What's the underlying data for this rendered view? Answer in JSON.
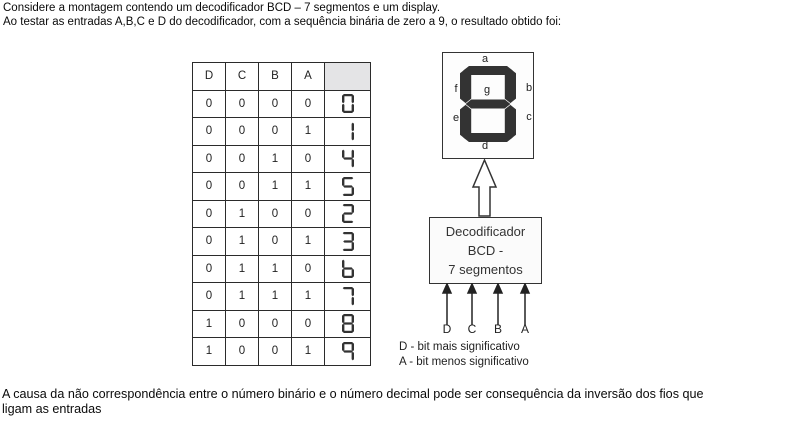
{
  "page": {
    "intro_line1": "Considere a montagem contendo um decodificador BCD – 7 segmentos e um display.",
    "intro_line2": "Ao testar as entradas A,B,C e D do decodificador, com a sequência binária de zero a 9, o resultado obtido foi:",
    "footer_line1": "A causa da não correspondência entre o número binário e o número decimal pode ser consequência da inversão dos fios que",
    "footer_line2": "ligam as entradas"
  },
  "truth_table": {
    "headers": [
      "D",
      "C",
      "B",
      "A",
      ""
    ],
    "rows": [
      {
        "d": "0",
        "c": "0",
        "b": "0",
        "a": "0",
        "digit": "0",
        "segments": [
          "a",
          "b",
          "c",
          "d",
          "e",
          "f"
        ]
      },
      {
        "d": "0",
        "c": "0",
        "b": "0",
        "a": "1",
        "digit": "1",
        "segments": [
          "b",
          "c"
        ]
      },
      {
        "d": "0",
        "c": "0",
        "b": "1",
        "a": "0",
        "digit": "4",
        "segments": [
          "b",
          "c",
          "f",
          "g"
        ]
      },
      {
        "d": "0",
        "c": "0",
        "b": "1",
        "a": "1",
        "digit": "5",
        "segments": [
          "a",
          "c",
          "d",
          "f",
          "g"
        ]
      },
      {
        "d": "0",
        "c": "1",
        "b": "0",
        "a": "0",
        "digit": "2",
        "segments": [
          "a",
          "b",
          "d",
          "e",
          "g"
        ]
      },
      {
        "d": "0",
        "c": "1",
        "b": "0",
        "a": "1",
        "digit": "3",
        "segments": [
          "a",
          "b",
          "c",
          "d",
          "g"
        ]
      },
      {
        "d": "0",
        "c": "1",
        "b": "1",
        "a": "0",
        "digit": "6",
        "segments": [
          "c",
          "d",
          "e",
          "f",
          "g"
        ]
      },
      {
        "d": "0",
        "c": "1",
        "b": "1",
        "a": "1",
        "digit": "7",
        "segments": [
          "a",
          "b",
          "c"
        ]
      },
      {
        "d": "1",
        "c": "0",
        "b": "0",
        "a": "0",
        "digit": "8",
        "segments": [
          "a",
          "b",
          "c",
          "d",
          "e",
          "f",
          "g"
        ]
      },
      {
        "d": "1",
        "c": "0",
        "b": "0",
        "a": "1",
        "digit": "9",
        "segments": [
          "a",
          "b",
          "c",
          "f",
          "g"
        ]
      }
    ]
  },
  "display_diagram": {
    "lit_segments": [
      "a",
      "b",
      "c",
      "d",
      "e",
      "f",
      "g"
    ],
    "segment_labels": {
      "a": "a",
      "f": "f",
      "g": "g",
      "b": "b",
      "e": "e",
      "c": "c",
      "d": "d"
    }
  },
  "decoder": {
    "line1": "Decodificador",
    "line2": "BCD -",
    "line3": "7 segmentos",
    "inputs": [
      "D",
      "C",
      "B",
      "A"
    ]
  },
  "legend": {
    "msb": "D - bit mais significativo",
    "lsb": "A - bit menos significativo"
  },
  "colors": {
    "segment_on": "#333333",
    "table_border": "#2b2b2b",
    "header_shade": "#e4e4e6",
    "arrow_stroke": "#222222"
  }
}
